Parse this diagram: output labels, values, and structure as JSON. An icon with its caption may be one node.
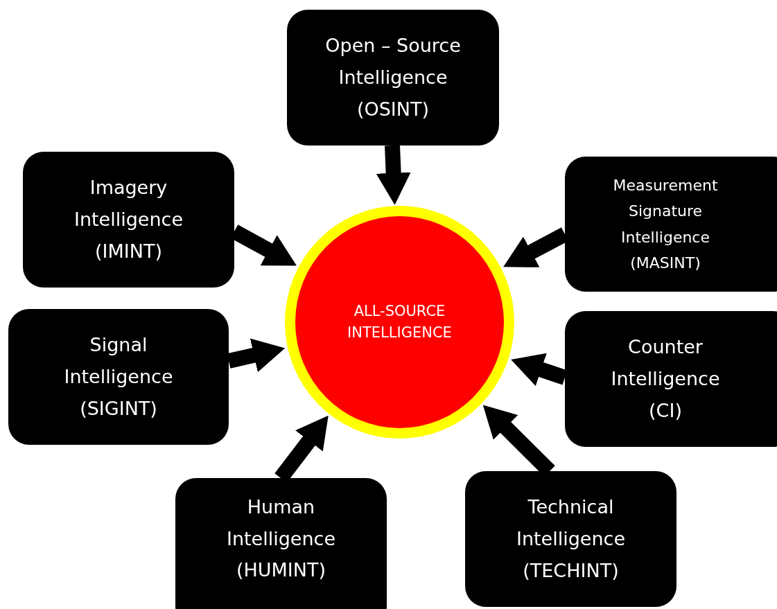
{
  "diagram": {
    "nodes": [
      {
        "text": [
          "ALL-SOURCE INTELLIGENCE"
        ]
      },
      {
        "text": [
          "Open – Source Intelligence (OSINT)"
        ]
      },
      {
        "text": [
          "Imagery Intelligence (IMINT)"
        ]
      },
      {
        "text": [
          "Measurement Signature Intelligence (MASINT)"
        ]
      },
      {
        "text": [
          "Signal Intelligence (SIGINT)"
        ]
      },
      {
        "text": [
          "Counter Intelligence (CI)"
        ]
      },
      {
        "text": [
          "Human Intelligence (HUMINT)"
        ]
      },
      {
        "text": [
          "Technical Intelligence (TECHINT)"
        ]
      }
    ],
    "edges": [
      {
        "from": 1,
        "to": 0,
        "arrow": "to"
      },
      {
        "from": 2,
        "to": 0,
        "arrow": "to"
      },
      {
        "from": 3,
        "to": 0,
        "arrow": "to"
      },
      {
        "from": 4,
        "to": 0,
        "arrow": "to"
      },
      {
        "from": 5,
        "to": 0,
        "arrow": "to"
      },
      {
        "from": 6,
        "to": 0,
        "arrow": "to"
      },
      {
        "from": 7,
        "to": 0,
        "arrow": "to"
      }
    ]
  }
}
